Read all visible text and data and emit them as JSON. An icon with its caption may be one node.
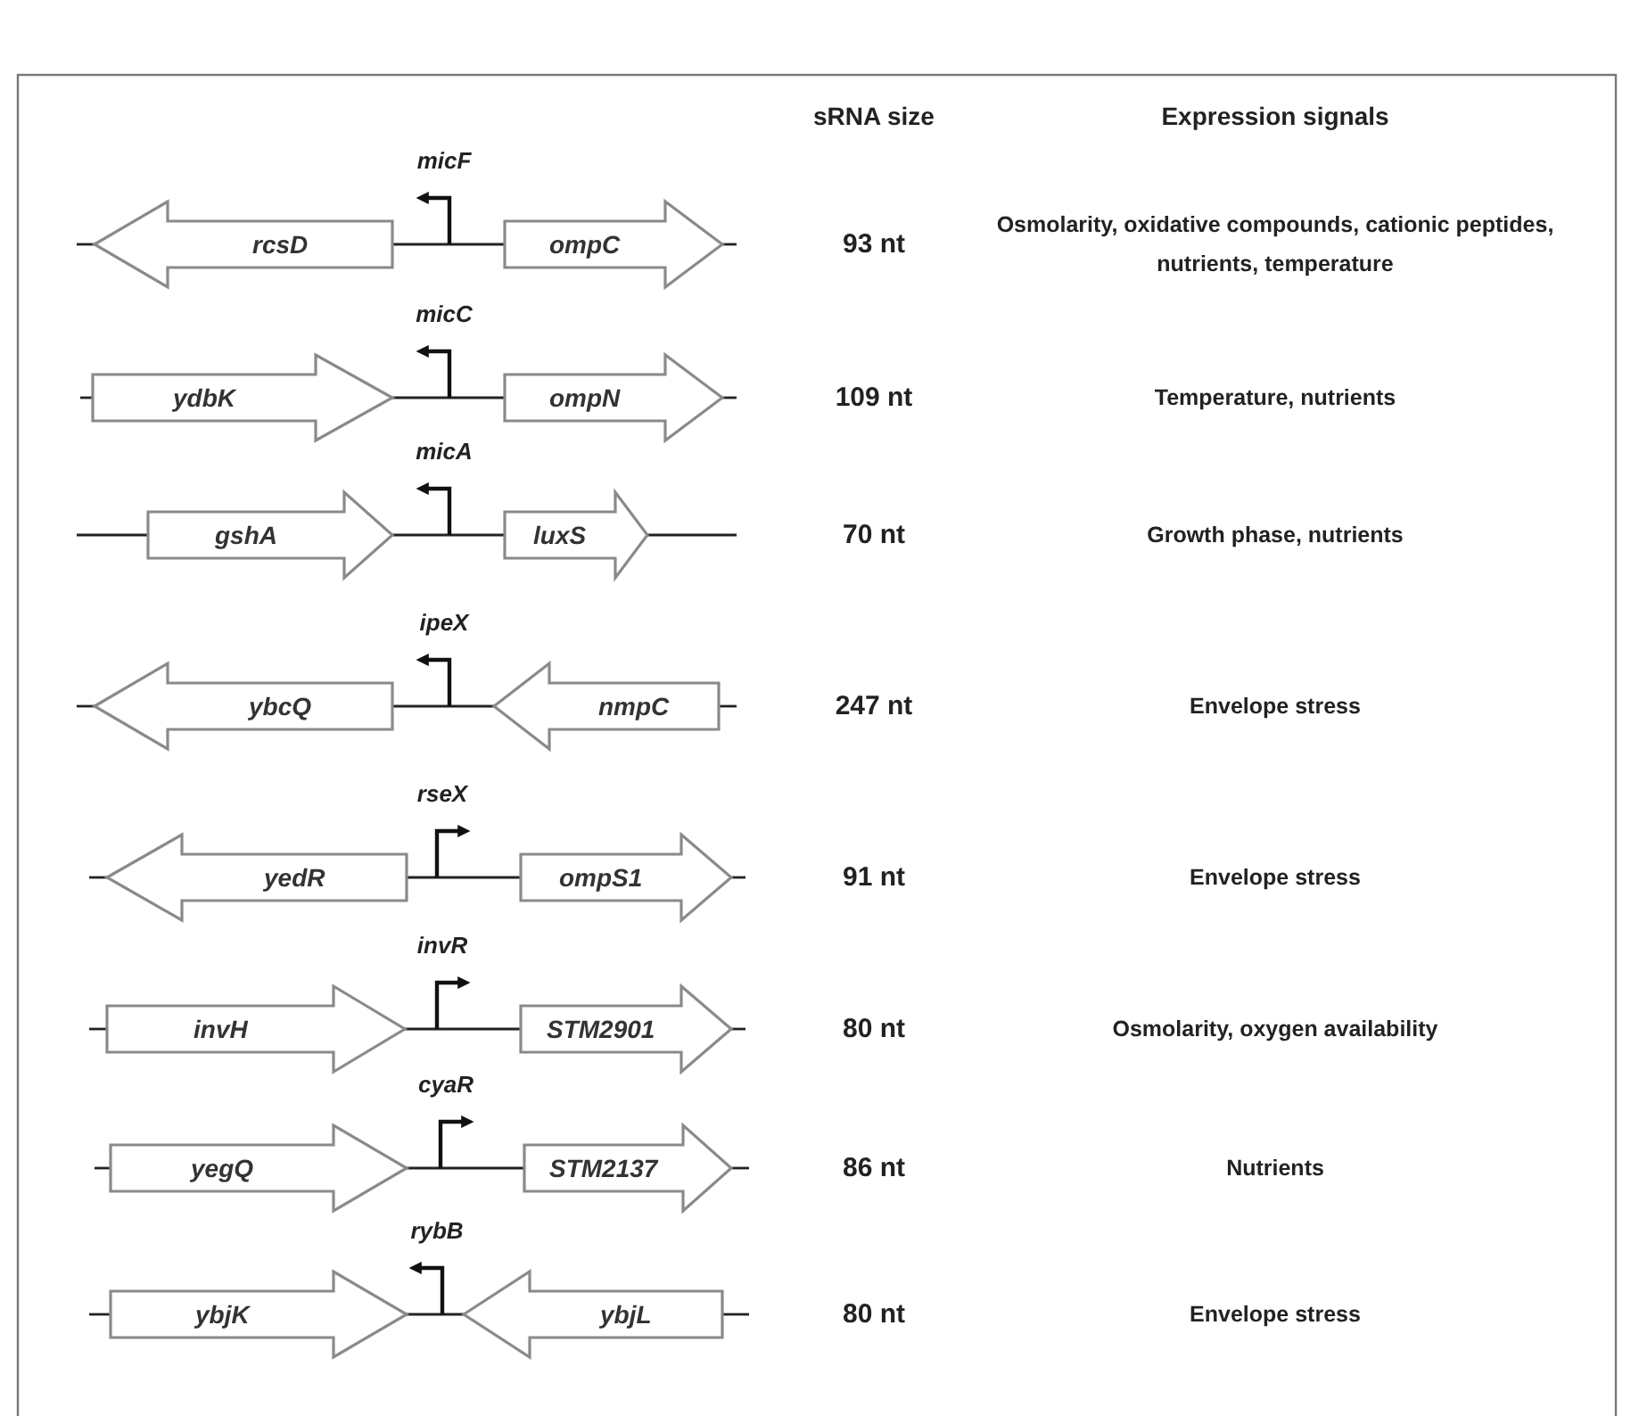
{
  "diagram": {
    "nodes": [
      {
        "text": [
          "rcsD"
        ]
      },
      {
        "text": [
          "ompC"
        ]
      },
      {
        "text": [
          "ydbK"
        ]
      },
      {
        "text": [
          "ompN"
        ]
      },
      {
        "text": [
          "gshA"
        ]
      },
      {
        "text": [
          "luxS"
        ]
      },
      {
        "text": [
          "ybcQ"
        ]
      },
      {
        "text": [
          "nmpC"
        ]
      },
      {
        "text": [
          "yedR"
        ]
      },
      {
        "text": [
          "ompS1"
        ]
      },
      {
        "text": [
          "invH"
        ]
      },
      {
        "text": [
          "STM2901"
        ]
      },
      {
        "text": [
          "yegQ"
        ]
      },
      {
        "text": [
          "STM2137"
        ]
      },
      {
        "text": [
          "ybjK"
        ]
      },
      {
        "text": [
          "ybjL"
        ]
      }
    ],
    "edges": [
      {
        "from": 0,
        "to": 1,
        "arrow": "none"
      },
      {
        "from": 2,
        "to": 3,
        "arrow": "none"
      },
      {
        "from": 4,
        "to": 5,
        "arrow": "none"
      },
      {
        "from": 6,
        "to": 7,
        "arrow": "none"
      },
      {
        "from": 8,
        "to": 9,
        "arrow": "none"
      },
      {
        "from": 10,
        "to": 11,
        "arrow": "none"
      },
      {
        "from": 12,
        "to": 13,
        "arrow": "none"
      },
      {
        "from": 14,
        "to": 15,
        "arrow": "none"
      }
    ],
    "labels": [
      "sRNA size",
      "Expression signals",
      "micF",
      "93 nt",
      "Osmolarity, oxidative compounds, cationic peptides, nutrients, temperature",
      "micC",
      "109 nt",
      "Temperature, nutrients",
      "micA",
      "70 nt",
      "Growth phase, nutrients",
      "ipeX",
      "247 nt",
      "Envelope stress",
      "rseX",
      "91 nt",
      "Envelope stress",
      "invR",
      "80 nt",
      "Osmolarity, oxygen availability",
      "cyaR",
      "86 nt",
      "Nutrients",
      "rybB",
      "80 nt",
      "Envelope stress"
    ]
  }
}
